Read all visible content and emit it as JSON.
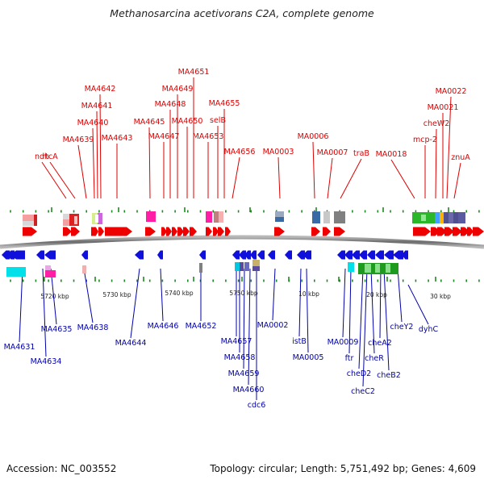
{
  "title": "Methanosarcina acetivorans C2A, complete genome",
  "footer": {
    "accession": "Accession: NC_003552",
    "summary": "Topology: circular; Length: 5,751,492 bp; Genes: 4,609"
  },
  "colors": {
    "forward_strand": "#ee0000",
    "reverse_strand": "#1010dd",
    "top_label": "#dd0000",
    "bottom_label": "#0000aa",
    "tick": "#1d8a1d",
    "backbone": "#808080"
  },
  "scale_labels": [
    "5720 kbp",
    "5730 kbp",
    "5740 kbp",
    "5750 kbp",
    "10 kbp",
    "20 kbp",
    "30 kbp"
  ],
  "top_genes": [
    "ndh",
    "rtcA",
    "MA4639",
    "MA4640",
    "MA4641",
    "MA4642",
    "MA4643",
    "MA4645",
    "MA4647",
    "MA4648",
    "MA4649",
    "MA4650",
    "MA4651",
    "MA4653",
    "selB",
    "MA4655",
    "MA4656",
    "MA0003",
    "MA0006",
    "MA0007",
    "traB",
    "MA0018",
    "mcp-2",
    "cheW2",
    "MA0021",
    "MA0022",
    "znuA"
  ],
  "bottom_genes": [
    "MA4631",
    "MA4634",
    "MA4635",
    "MA4638",
    "MA4644",
    "MA4646",
    "MA4652",
    "MA4657",
    "MA4658",
    "MA4659",
    "MA4660",
    "cdc6",
    "MA0002",
    "istB",
    "MA0005",
    "MA0009",
    "ftr",
    "cheD2",
    "cheC2",
    "cheR",
    "cheA2",
    "cheB2",
    "cheY2",
    "dyhC"
  ]
}
